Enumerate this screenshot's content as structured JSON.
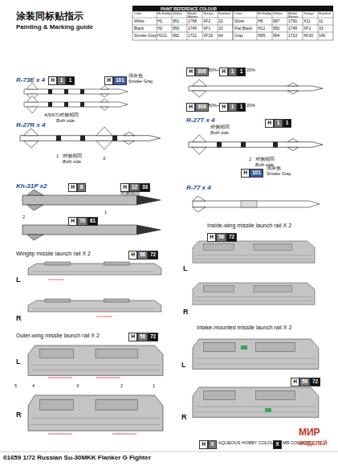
{
  "diagram": {
    "title": "涂装同标贴指示",
    "caption": "01659 1/72 Russian Su-30MKK Flanker G Fighter",
    "labels": [
      "Painting & Marking guide",
      "PAINT REFERENCE COLOUR",
      "Color",
      "Mr.Hobby",
      "Vallejo",
      "Model Master",
      "Tamiya",
      "Humbrol",
      "Color",
      "Mr.Hobby",
      "Vallejo",
      "Model Master",
      "Tamiya",
      "Humbrol",
      "White",
      "H1",
      "951",
      "1768",
      "XF2",
      "22",
      "Silver",
      "H8",
      "997",
      "1790",
      "X11",
      "11",
      "Black",
      "H2",
      "950",
      "1749",
      "XF1",
      "33",
      "Flat Black",
      "H12",
      "950",
      "1749",
      "XF1",
      "33",
      "Smoke Gray",
      "H101",
      "992",
      "1721",
      "XF19",
      "64",
      "Gray",
      "H56",
      "994",
      "1723",
      "XF20",
      "140",
      "R-73E x 4",
      "H",
      "1",
      "1",
      "H",
      "101",
      "强灰色",
      "Smoke Gray",
      "4(5/6/7)对侧相同",
      "Both side",
      "R-27R x 4",
      "1",
      "对侧相同",
      "Both side",
      "3",
      "Kh-31P x2",
      "H",
      "8",
      "H",
      "12",
      "33",
      "对侧相同",
      "2",
      "1",
      "H",
      "70",
      "61",
      "H",
      "306",
      "80%+",
      "H",
      "1",
      "1",
      "20%",
      "H",
      "306",
      "80%+",
      "H",
      "1",
      "1",
      "20%",
      "R-27T x 4",
      "对侧相同",
      "Both side",
      "H",
      "1",
      "1",
      "2",
      "对侧相同",
      "Both side",
      "H",
      "101",
      "强灰色",
      "Smoke Gray",
      "R-77 x 4",
      "Inside-wing missile launch rail X 2",
      "H",
      "56",
      "72",
      "L",
      "R",
      "Wingtip missile launch rail X 2",
      "H",
      "56",
      "72",
      "L",
      "R",
      "Outer-wing missile launch rail X 2",
      "H",
      "56",
      "72",
      "L",
      "R",
      "5",
      "4",
      "3",
      "2",
      "1",
      "Intake-mounted missile launch rail X 2",
      "L",
      "R",
      "H",
      "56",
      "72",
      "H",
      "X",
      "AQUEOUS HOBBY COLOUR",
      "X",
      "MR.COLOUR",
      "МИР",
      "МОДЕЛЕЙ"
    ]
  }
}
